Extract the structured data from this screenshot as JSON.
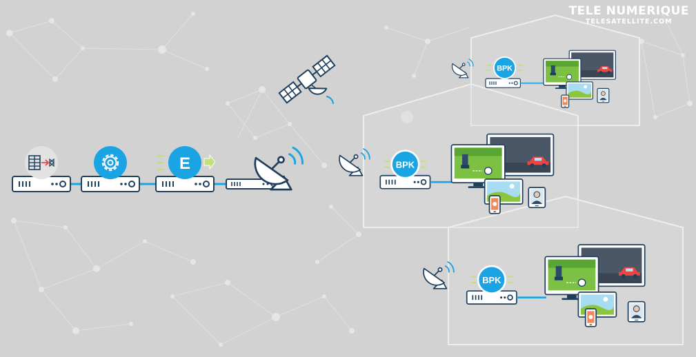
{
  "brand": {
    "logo_main": "TELE NUMERIQUE",
    "logo_sub": "TELESATELLITE.COM"
  },
  "headend": {
    "encoder_letter": "E"
  },
  "homes": [
    {
      "decoder_label": "BPK"
    },
    {
      "decoder_label": "BPK"
    },
    {
      "decoder_label": "BPK"
    }
  ],
  "colors": {
    "background": "#d2d2d2",
    "accent": "#1aa4e3",
    "device_outline": "#1e3e5c",
    "arrow": "#c4e07a",
    "house_line": "#eeeeee"
  }
}
